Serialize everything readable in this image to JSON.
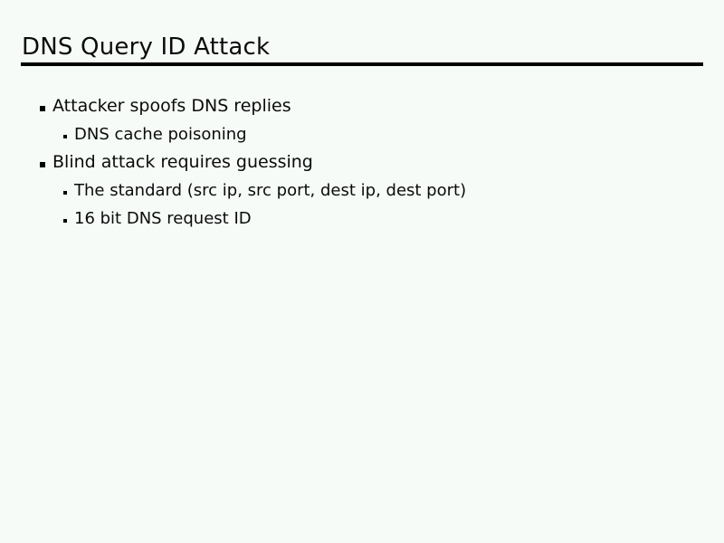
{
  "slide": {
    "title": "DNS Query ID Attack",
    "background_color": "#f6fbf7",
    "text_color": "#000000",
    "rule_color": "#000000",
    "bullets": [
      {
        "level": 1,
        "text": "Attacker spoofs DNS replies",
        "marker": "square-bullet-icon"
      },
      {
        "level": 2,
        "text": "DNS cache poisoning",
        "marker": "small-square-bullet-icon"
      },
      {
        "level": 1,
        "text": "Blind attack requires guessing",
        "marker": "square-bullet-icon"
      },
      {
        "level": 2,
        "text": "The standard (src ip, src port, dest ip, dest port)",
        "marker": "small-square-bullet-icon"
      },
      {
        "level": 2,
        "text": "16 bit DNS request ID",
        "marker": "small-square-bullet-icon"
      }
    ]
  }
}
